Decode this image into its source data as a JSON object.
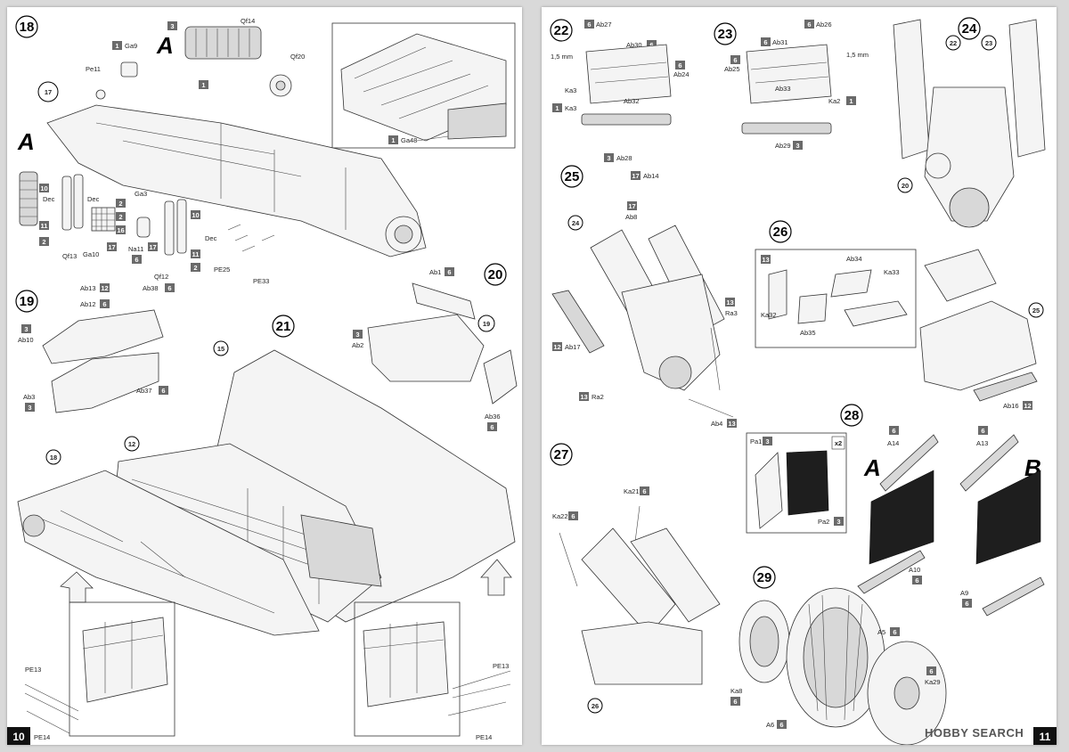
{
  "pages": {
    "left_number": "10",
    "right_number": "11"
  },
  "steps": {
    "s18": "18",
    "s19": "19",
    "s20": "20",
    "s21": "21",
    "s22": "22",
    "s23": "23",
    "s24": "24",
    "s25": "25",
    "s26": "26",
    "s27": "27",
    "s28": "28",
    "s29": "29"
  },
  "callouts": {
    "A": "A",
    "B": "B",
    "x2": "x2",
    "mm": "1,5 mm",
    "dec": "Dec",
    "c12": "12",
    "c15": "15",
    "c17": "17",
    "c18": "18",
    "c19": "19",
    "c20": "20",
    "c22": "22",
    "c23": "23",
    "c24": "24",
    "c25": "25",
    "c26": "26"
  },
  "parts": {
    "Ga9": "Ga9",
    "Pe11": "Pe11",
    "Qf14": "Qf14",
    "Qf20": "Qf20",
    "Ga48": "Ga48",
    "Qf13": "Qf13",
    "Ga3": "Ga3",
    "Ga10": "Ga10",
    "Na11": "Na11",
    "Qf12": "Qf12",
    "PE25": "PE25",
    "PE33": "PE33",
    "Ab13": "Ab13",
    "Ab12": "Ab12",
    "Ab38": "Ab38",
    "Ab10": "Ab10",
    "Ab3": "Ab3",
    "Ab37": "Ab37",
    "Ab1": "Ab1",
    "Ab2": "Ab2",
    "Ab36": "Ab36",
    "PE13": "PE13",
    "PE14": "PE14",
    "Ab27": "Ab27",
    "Ab30": "Ab30",
    "Ab24": "Ab24",
    "Ka3": "Ka3",
    "Ab32": "Ab32",
    "Ab28": "Ab28",
    "Ab31": "Ab31",
    "Ab26": "Ab26",
    "Ab25": "Ab25",
    "Ab33": "Ab33",
    "Ka2": "Ka2",
    "Ab29": "Ab29",
    "Ab14": "Ab14",
    "Ab8": "Ab8",
    "Ra3": "Ra3",
    "Ab17": "Ab17",
    "Ra2": "Ra2",
    "Ab4": "Ab4",
    "Ab34": "Ab34",
    "Ka33": "Ka33",
    "Ka32": "Ka32",
    "Ab35": "Ab35",
    "Ab16": "Ab16",
    "Ka21": "Ka21",
    "Ka22": "Ka22",
    "Pa1": "Pa1",
    "Pa2": "Pa2",
    "A14": "A14",
    "A13": "A13",
    "A10": "A10",
    "A9": "A9",
    "A5": "A5",
    "Ka29": "Ka29",
    "Ka8": "Ka8",
    "A6": "A6"
  },
  "sprues": {
    "n1": "1",
    "n2": "2",
    "n3": "3",
    "n6": "6",
    "n10": "10",
    "n11": "11",
    "n12": "12",
    "n13": "13",
    "n16": "16",
    "n17": "17"
  },
  "watermark": "HOBBY SEARCH",
  "colors": {
    "sprue_badge": "#6a6a6a",
    "page_badge": "#111111",
    "paper": "#ffffff"
  }
}
